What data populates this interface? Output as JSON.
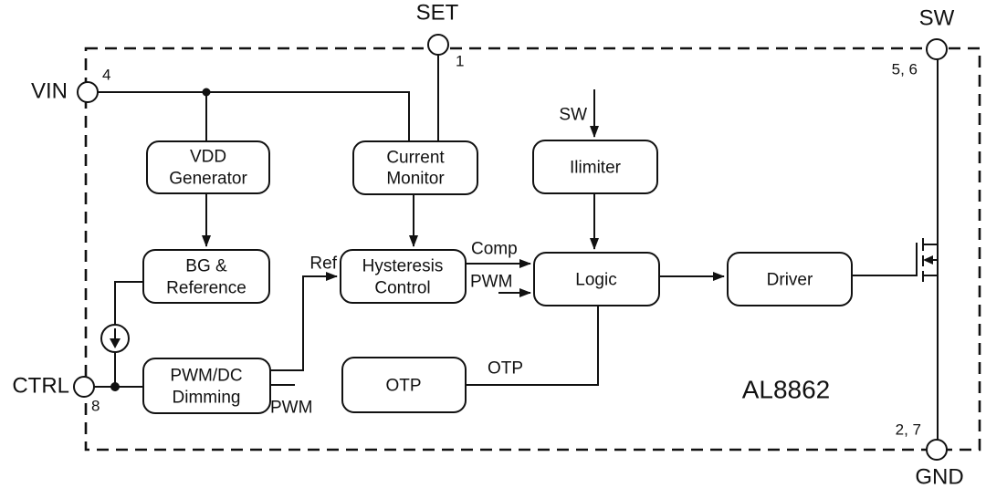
{
  "chip": {
    "part_number": "AL8862"
  },
  "pins": {
    "vin": {
      "label": "VIN",
      "number": "4"
    },
    "set": {
      "label": "SET",
      "number": "1"
    },
    "sw": {
      "label": "SW",
      "number": "5, 6"
    },
    "gnd": {
      "label": "GND",
      "number": "2, 7"
    },
    "ctrl": {
      "label": "CTRL",
      "number": "8"
    }
  },
  "blocks": {
    "vdd_generator": {
      "line1": "VDD",
      "line2": "Generator"
    },
    "current_monitor": {
      "line1": "Current",
      "line2": "Monitor"
    },
    "ilimiter": {
      "label": "Ilimiter"
    },
    "bg_reference": {
      "line1": "BG &",
      "line2": "Reference"
    },
    "hysteresis_control": {
      "line1": "Hysteresis",
      "line2": "Control"
    },
    "logic": {
      "label": "Logic"
    },
    "driver": {
      "label": "Driver"
    },
    "pwm_dc_dimming": {
      "line1": "PWM/DC",
      "line2": "Dimming"
    },
    "otp": {
      "label": "OTP"
    }
  },
  "signals": {
    "sw_input": "SW",
    "ref": "Ref",
    "comp": "Comp",
    "pwm_to_logic": "PWM",
    "pwm_dimming_out": "PWM",
    "otp_out": "OTP"
  },
  "colors": {
    "line": "#111111",
    "background": "#ffffff"
  }
}
